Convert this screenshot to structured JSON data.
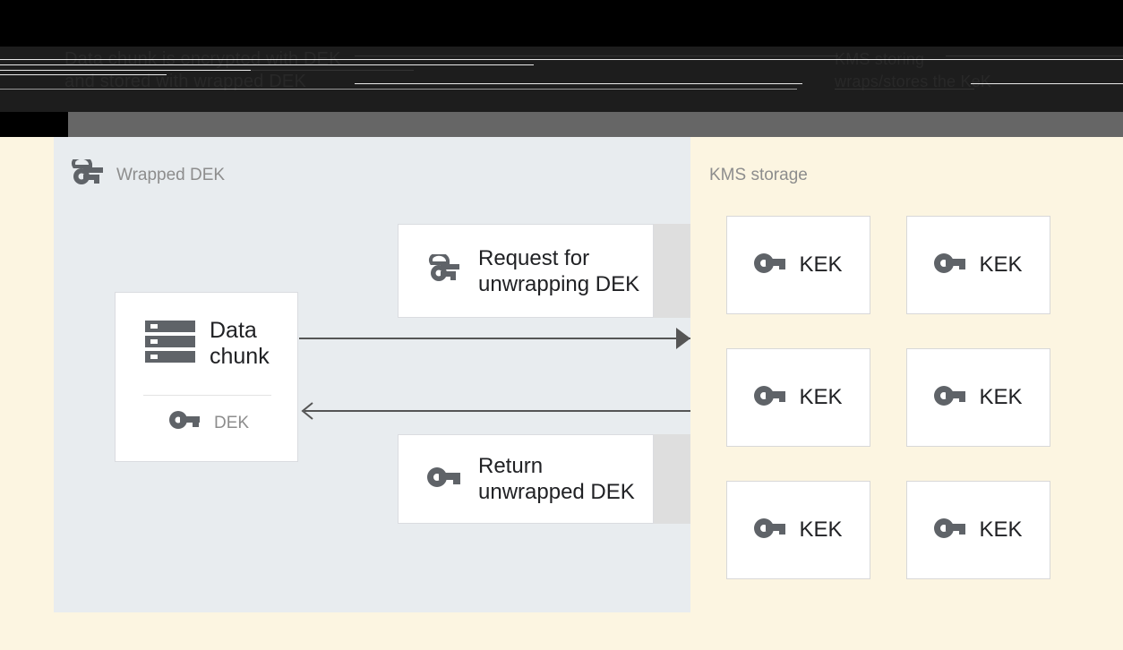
{
  "page": {
    "background_color": "#fcf5e1",
    "client_panel_color": "#e8ecef",
    "card_border_color": "#dadce0",
    "icon_color": "#5f6368",
    "muted_text_color": "#8d8d8d",
    "primary_text_color": "#202124",
    "arrow_color": "#555555"
  },
  "top_chrome": {
    "heading_left": "Data chunk is encrypted with DEK\nand stored with wrapped DEK",
    "heading_right": "KMS storing\nwraps/stores the KeK",
    "band_colors": {
      "black": "#000000",
      "dark": "#1d1d1d",
      "grey": "#666666"
    }
  },
  "client_panel": {
    "title": "Wrapped DEK",
    "title_icon": "wrapped-key-icon",
    "data_chunk_card": {
      "icon": "server-storage-icon",
      "label": "Data\nchunk",
      "dek": {
        "icon": "key-icon",
        "label": "DEK"
      }
    },
    "messages": [
      {
        "id": "request",
        "icon": "wrapped-key-icon",
        "label": "Request for\nunwrapping DEK"
      },
      {
        "id": "return",
        "icon": "key-icon",
        "label": "Return\nunwrapped DEK"
      }
    ],
    "arrows": [
      {
        "id": "request-arrow",
        "direction": "right"
      },
      {
        "id": "return-arrow",
        "direction": "left"
      }
    ]
  },
  "kms": {
    "title": "KMS storage",
    "kek_cards": [
      {
        "icon": "key-icon",
        "label": "KEK"
      },
      {
        "icon": "key-icon",
        "label": "KEK"
      },
      {
        "icon": "key-icon",
        "label": "KEK"
      },
      {
        "icon": "key-icon",
        "label": "KEK"
      },
      {
        "icon": "key-icon",
        "label": "KEK"
      },
      {
        "icon": "key-icon",
        "label": "KEK"
      }
    ]
  }
}
